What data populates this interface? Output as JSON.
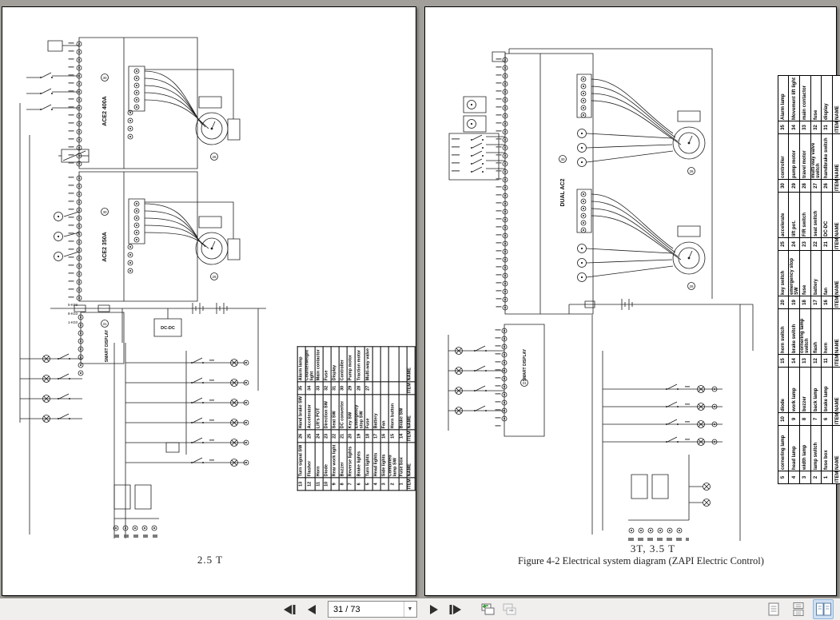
{
  "toolbar": {
    "page_indicator": "31 / 73",
    "caret": "▼",
    "buttons": [
      "first-page",
      "previous-page",
      "next-page",
      "last-page",
      "previous-view",
      "next-view"
    ],
    "view_modes": [
      "single-page-view",
      "continuous-view",
      "facing-pages-view"
    ],
    "active_view_mode": "facing-pages-view"
  },
  "colors": {
    "active_view_bg": "#cfe0f3",
    "active_view_border": "#8fb4dc",
    "history_arrow_green": "#3f9e3f",
    "page_background": "#ffffff",
    "viewer_background": "#a29f9a"
  },
  "pages": {
    "left": {
      "caption": "2.5 T",
      "labels": {
        "controller1": "ACE2 400A",
        "controller2": "ACE2 350A",
        "display": "SMART DISPLAY",
        "dcdc": "DC-DC"
      },
      "refs": {
        "motor1": "28",
        "motor2": "29",
        "controller1": "30",
        "controller2": "30",
        "display": "31"
      },
      "wire_labels": [
        "5-K03",
        "8-K03",
        "1-K03"
      ],
      "legend": {
        "rows": [
          [
            "13",
            "Turn signal SW",
            "26",
            "Hand brake SW",
            "35",
            "Alarm lamp"
          ],
          [
            "12",
            "Flasher",
            "25",
            "Accelerator",
            "34",
            "Counterweight light"
          ],
          [
            "11",
            "Horn",
            "24",
            "Lift's POT",
            "33",
            "Main contactor"
          ],
          [
            "10",
            "Diode",
            "23",
            "Direction SW",
            "32",
            "Fuse"
          ],
          [
            "9",
            "Rear work light",
            "22",
            "Seat SW",
            "31",
            "Display"
          ],
          [
            "8",
            "Buzzer",
            "21",
            "DC converter",
            "30",
            "Controller"
          ],
          [
            "7",
            "Reverse lights",
            "20",
            "Key SW",
            "29",
            "Pump motor"
          ],
          [
            "6",
            "Brake lights",
            "19",
            "Emergency stop SW",
            "28",
            "Traction motor"
          ],
          [
            "5",
            "Turn lights",
            "18",
            "Fuse",
            "27",
            "Multi-way valve"
          ],
          [
            "4",
            "Head lights",
            "17",
            "Battery",
            "",
            ""
          ],
          [
            "3",
            "Side lights",
            "16",
            "Fan",
            "",
            ""
          ],
          [
            "2",
            "Combined lamp SW",
            "15",
            "Horn button",
            "",
            ""
          ],
          [
            "1",
            "Fuse box",
            "14",
            "Brake SW",
            "",
            ""
          ],
          [
            "ITEM",
            "NAME",
            "ITEM",
            "NAME",
            "ITEM",
            "NAME"
          ]
        ]
      }
    },
    "right": {
      "caption_model": "3T, 3.5 T",
      "caption_figure": "Figure 4-2 Electrical system diagram (ZAPI Electric Control)",
      "labels": {
        "controller": "DUAL AC2",
        "display": "SMART DISPLAY"
      },
      "refs": {
        "motor1": "28",
        "motor2": "29",
        "controller": "30",
        "display": "31"
      },
      "legend": {
        "rows": [
          [
            "5",
            "cornering lamp",
            "10",
            "diode",
            "15",
            "horn switch",
            "20",
            "key switch",
            "25",
            "accelerate",
            "30",
            "controller",
            "35",
            "Alarm lamp"
          ],
          [
            "4",
            "head lamp",
            "9",
            "work lamp",
            "14",
            "brake switch",
            "19",
            "emergency stop SW",
            "24",
            "lift pot.",
            "29",
            "pump motor",
            "34",
            "Movement lift light"
          ],
          [
            "3",
            "width lamp",
            "8",
            "buzzer",
            "13",
            "cornering lamp switch",
            "18",
            "fuse",
            "23",
            "F/R switch",
            "28",
            "travel motor",
            "33",
            "main contactor"
          ],
          [
            "2",
            "lamp switch",
            "7",
            "back lamp",
            "12",
            "flash",
            "17",
            "battery",
            "22",
            "seat switch",
            "27",
            "multi-way valve switch",
            "32",
            "fuse"
          ],
          [
            "1",
            "fuse box",
            "6",
            "brake lamp",
            "11",
            "horn",
            "16",
            "fan",
            "21",
            "DC-DC",
            "26",
            "handbrake switch",
            "31",
            "display"
          ],
          [
            "ITEM",
            "NAME",
            "ITEM",
            "NAME",
            "ITEM",
            "NAME",
            "ITEM",
            "NAME",
            "ITEM",
            "NAME",
            "ITEM",
            "NAME",
            "ITEM",
            "NAME"
          ]
        ]
      }
    }
  }
}
